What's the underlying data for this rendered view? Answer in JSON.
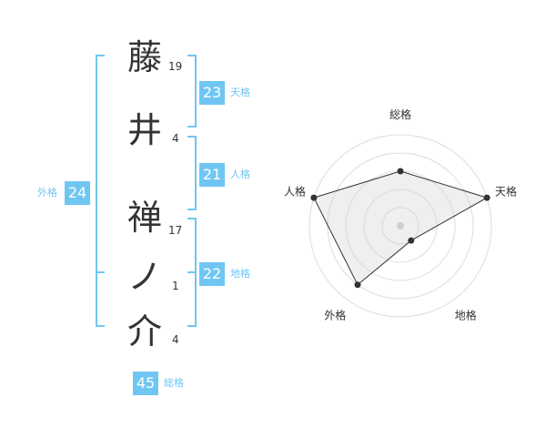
{
  "name": {
    "chars": [
      {
        "char": "藤",
        "strokes": "19"
      },
      {
        "char": "井",
        "strokes": "4"
      },
      {
        "char": "禅",
        "strokes": "17"
      },
      {
        "char": "ノ",
        "strokes": "1"
      },
      {
        "char": "介",
        "strokes": "4"
      }
    ]
  },
  "kakusu": {
    "tenkaku": {
      "value": "23",
      "label": "天格"
    },
    "jinkaku": {
      "value": "21",
      "label": "人格"
    },
    "chikaku": {
      "value": "22",
      "label": "地格"
    },
    "gaikaku": {
      "value": "24",
      "label": "外格"
    },
    "soukaku": {
      "value": "45",
      "label": "総格"
    }
  },
  "colors": {
    "accent": "#70c6f3",
    "text": "#333333",
    "grid": "#dddddd",
    "fill": "#f2f2f2"
  },
  "chart_data": {
    "type": "radar",
    "axes": [
      "総格",
      "天格",
      "地格",
      "外格",
      "人格"
    ],
    "values": [
      3,
      5,
      1,
      4,
      5
    ],
    "max": 5,
    "rings": 5
  }
}
